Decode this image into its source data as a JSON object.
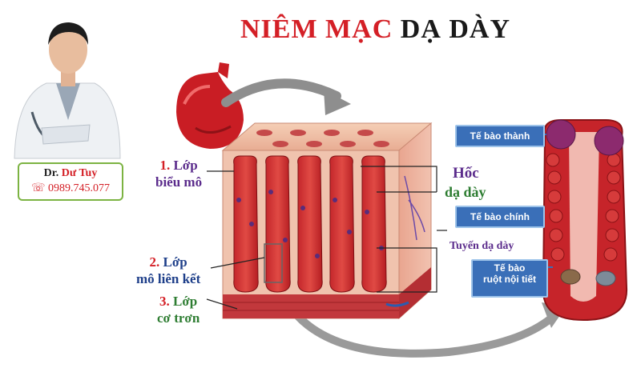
{
  "title": {
    "part1": "NIÊM MẠC",
    "part2": "DẠ DÀY",
    "color_accent": "#d41f26"
  },
  "doctor": {
    "prefix": "Dr.",
    "name": "Dư Tuy",
    "phone_icon": "phone-icon",
    "phone_glyph": "☏",
    "phone": "0989.745.077"
  },
  "layers": [
    {
      "num": "1.",
      "line1": "Lớp",
      "line2": "biểu mô"
    },
    {
      "num": "2.",
      "line1": "Lớp",
      "line2": "mô liên kết"
    },
    {
      "num": "3.",
      "line1": "Lớp",
      "line2": "cơ trơn"
    }
  ],
  "labels": {
    "pit_line1": "Hốc",
    "pit_line2": "dạ dày",
    "gland": "Tuyến dạ dày"
  },
  "cells": {
    "parietal": "Tế bào thành",
    "chief": "Tế bào chính",
    "endocrine_line1": "Tế bào",
    "endocrine_line2": "ruột nội tiết"
  },
  "colors": {
    "tissue": "#b3171c",
    "epithelium_box": "#3a6fb8",
    "arrow": "#8e8e8e",
    "green_border": "#7cb342"
  }
}
